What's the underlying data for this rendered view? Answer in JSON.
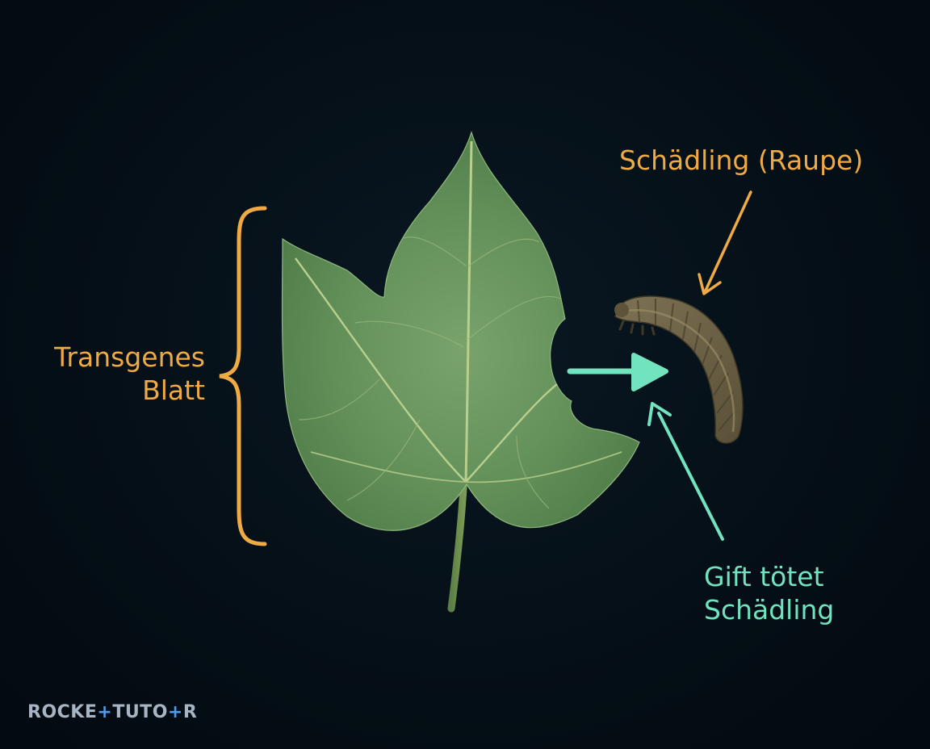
{
  "labels": {
    "leaf_line1": "Transgenes",
    "leaf_line2": "Blatt",
    "pest": "Schädling (Raupe)",
    "poison_line1": "Gift tötet",
    "poison_line2": "Schädling"
  },
  "brand": {
    "part1": "ROCKE",
    "plus": "+",
    "part2": "TUTO",
    "plus2": "+",
    "part3": "R"
  },
  "colors": {
    "background": "#040e16",
    "annotation_orange": "#f0aa44",
    "annotation_mint": "#72e3bf",
    "leaf_green": "#6a9660",
    "caterpillar_brown": "#6e6348"
  }
}
